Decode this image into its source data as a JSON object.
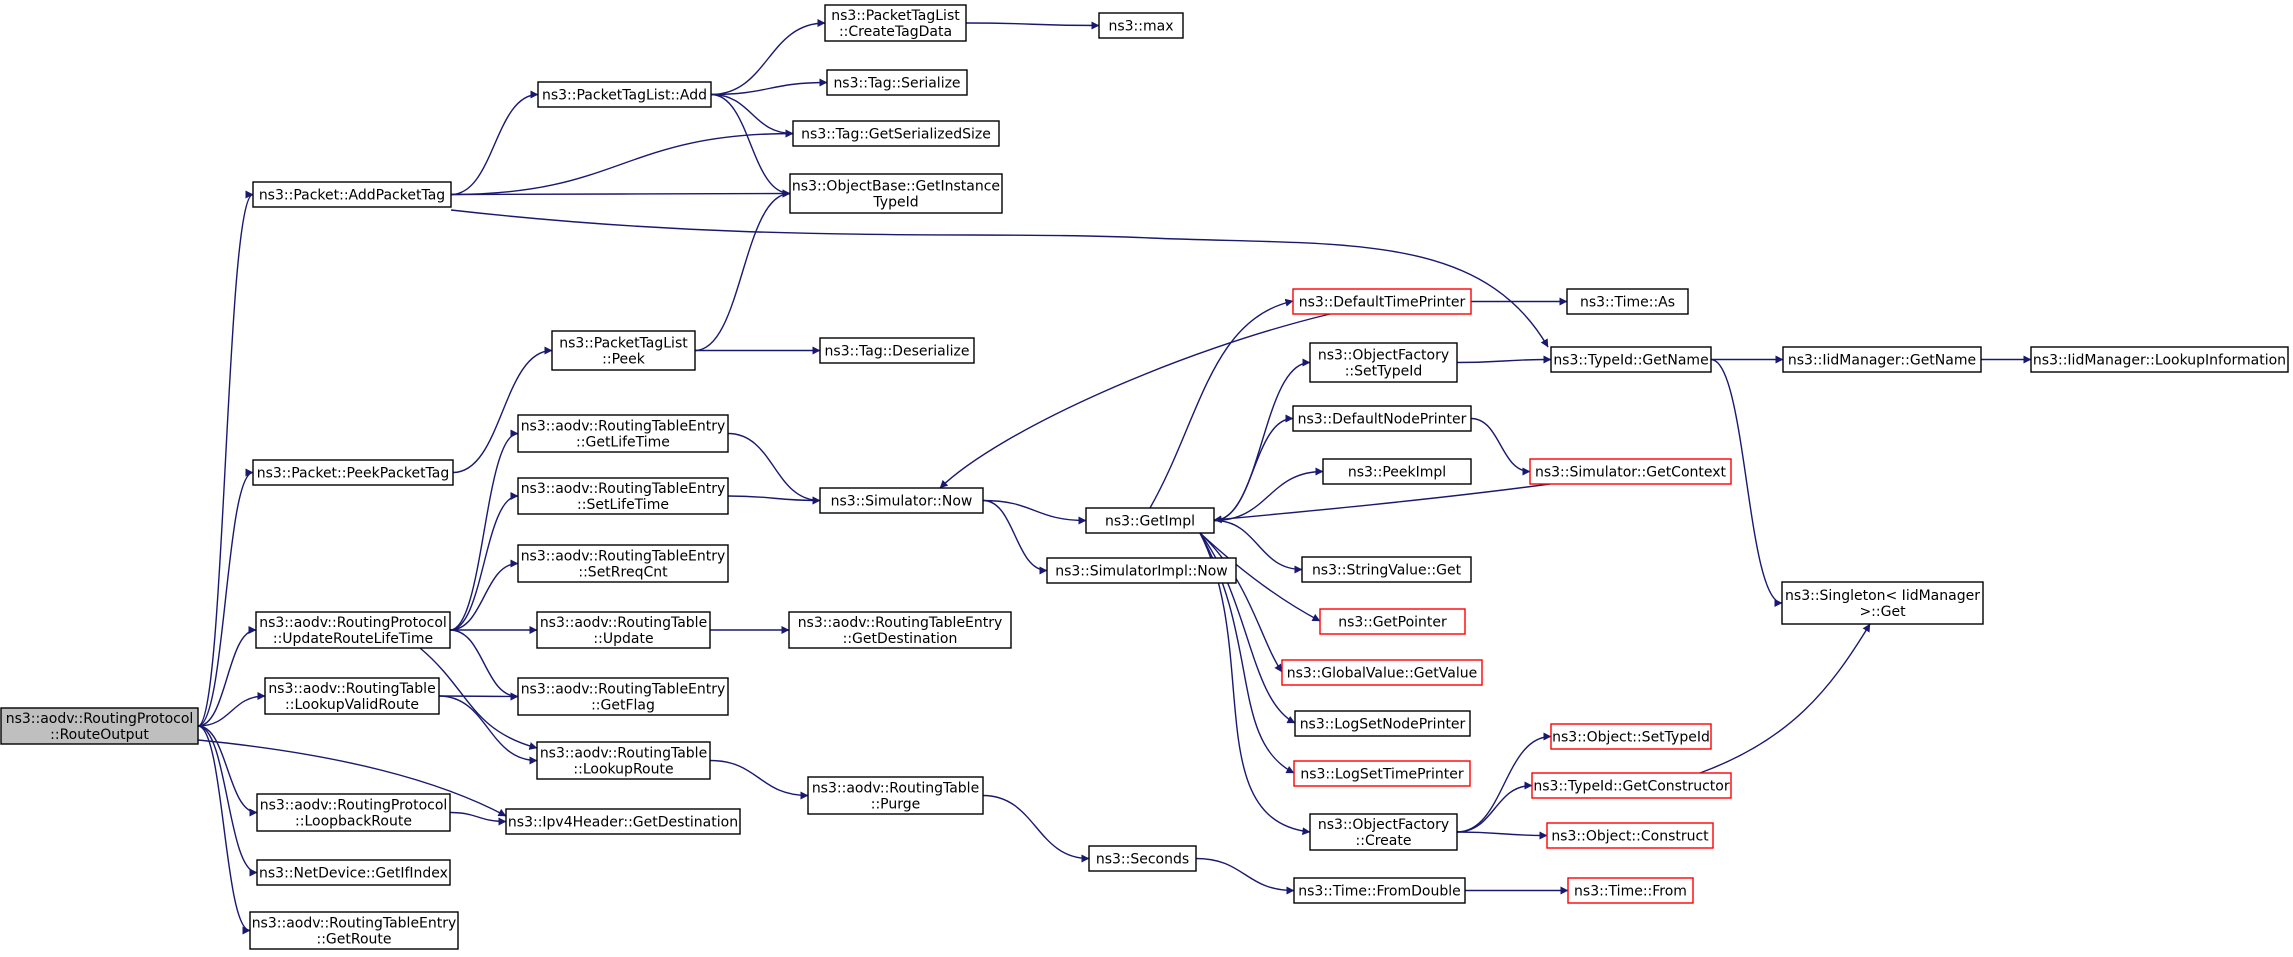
{
  "colors": {
    "background": "#ffffff",
    "edge": "#191970",
    "node_border": "#000000",
    "truncated_border": "#ff0000",
    "root_fill": "#bfbfbf",
    "node_fill": "#ffffff"
  },
  "nodes": [
    {
      "id": "n0",
      "lines": [
        "ns3::aodv::RoutingProtocol",
        "::RouteOutput"
      ],
      "style": "root"
    },
    {
      "id": "n1",
      "lines": [
        "ns3::Packet::AddPacketTag"
      ],
      "style": "normal"
    },
    {
      "id": "n2",
      "lines": [
        "ns3::PacketTagList::Add"
      ],
      "style": "normal"
    },
    {
      "id": "n3",
      "lines": [
        "ns3::PacketTagList",
        "::CreateTagData"
      ],
      "style": "normal"
    },
    {
      "id": "n4",
      "lines": [
        "ns3::max"
      ],
      "style": "normal"
    },
    {
      "id": "n5",
      "lines": [
        "ns3::Tag::Serialize"
      ],
      "style": "normal"
    },
    {
      "id": "n6",
      "lines": [
        "ns3::Tag::GetSerializedSize"
      ],
      "style": "normal"
    },
    {
      "id": "n7",
      "lines": [
        "ns3::ObjectBase::GetInstance",
        "TypeId"
      ],
      "style": "normal"
    },
    {
      "id": "n8",
      "lines": [
        "ns3::TypeId::GetName"
      ],
      "style": "normal"
    },
    {
      "id": "n9",
      "lines": [
        "ns3::IidManager::GetName"
      ],
      "style": "normal"
    },
    {
      "id": "n10",
      "lines": [
        "ns3::IidManager::LookupInformation"
      ],
      "style": "normal"
    },
    {
      "id": "n11",
      "lines": [
        "ns3::Singleton< IidManager",
        " >::Get"
      ],
      "style": "normal"
    },
    {
      "id": "n12",
      "lines": [
        "ns3::Packet::PeekPacketTag"
      ],
      "style": "normal"
    },
    {
      "id": "n13",
      "lines": [
        "ns3::PacketTagList",
        "::Peek"
      ],
      "style": "normal"
    },
    {
      "id": "n14",
      "lines": [
        "ns3::Tag::Deserialize"
      ],
      "style": "normal"
    },
    {
      "id": "n15",
      "lines": [
        "ns3::aodv::RoutingProtocol",
        "::UpdateRouteLifeTime"
      ],
      "style": "normal"
    },
    {
      "id": "n16",
      "lines": [
        "ns3::aodv::RoutingTableEntry",
        "::GetLifeTime"
      ],
      "style": "normal"
    },
    {
      "id": "n17",
      "lines": [
        "ns3::Simulator::Now"
      ],
      "style": "normal"
    },
    {
      "id": "n18",
      "lines": [
        "ns3::GetImpl"
      ],
      "style": "normal"
    },
    {
      "id": "n19",
      "lines": [
        "ns3::DefaultTimePrinter"
      ],
      "style": "truncated"
    },
    {
      "id": "n20",
      "lines": [
        "ns3::Time::As"
      ],
      "style": "normal"
    },
    {
      "id": "n21",
      "lines": [
        "ns3::ObjectFactory",
        "::SetTypeId"
      ],
      "style": "normal"
    },
    {
      "id": "n22",
      "lines": [
        "ns3::DefaultNodePrinter"
      ],
      "style": "normal"
    },
    {
      "id": "n23",
      "lines": [
        "ns3::Simulator::GetContext"
      ],
      "style": "truncated"
    },
    {
      "id": "n24",
      "lines": [
        "ns3::PeekImpl"
      ],
      "style": "normal"
    },
    {
      "id": "n25",
      "lines": [
        "ns3::StringValue::Get"
      ],
      "style": "normal"
    },
    {
      "id": "n26",
      "lines": [
        "ns3::GetPointer"
      ],
      "style": "truncated"
    },
    {
      "id": "n27",
      "lines": [
        "ns3::GlobalValue::GetValue"
      ],
      "style": "truncated"
    },
    {
      "id": "n28",
      "lines": [
        "ns3::LogSetNodePrinter"
      ],
      "style": "normal"
    },
    {
      "id": "n29",
      "lines": [
        "ns3::LogSetTimePrinter"
      ],
      "style": "truncated"
    },
    {
      "id": "n30",
      "lines": [
        "ns3::ObjectFactory",
        "::Create"
      ],
      "style": "normal"
    },
    {
      "id": "n31",
      "lines": [
        "ns3::Object::SetTypeId"
      ],
      "style": "truncated"
    },
    {
      "id": "n32",
      "lines": [
        "ns3::TypeId::GetConstructor"
      ],
      "style": "truncated"
    },
    {
      "id": "n33",
      "lines": [
        "ns3::Object::Construct"
      ],
      "style": "truncated"
    },
    {
      "id": "n34",
      "lines": [
        "ns3::SimulatorImpl::Now"
      ],
      "style": "normal"
    },
    {
      "id": "n35",
      "lines": [
        "ns3::aodv::RoutingTableEntry",
        "::SetLifeTime"
      ],
      "style": "normal"
    },
    {
      "id": "n36",
      "lines": [
        "ns3::aodv::RoutingTableEntry",
        "::SetRreqCnt"
      ],
      "style": "normal"
    },
    {
      "id": "n37",
      "lines": [
        "ns3::aodv::RoutingTable",
        "::Update"
      ],
      "style": "normal"
    },
    {
      "id": "n38",
      "lines": [
        "ns3::aodv::RoutingTableEntry",
        "::GetDestination"
      ],
      "style": "normal"
    },
    {
      "id": "n39",
      "lines": [
        "ns3::aodv::RoutingTableEntry",
        "::GetFlag"
      ],
      "style": "normal"
    },
    {
      "id": "n40",
      "lines": [
        "ns3::aodv::RoutingTable",
        "::LookupRoute"
      ],
      "style": "normal"
    },
    {
      "id": "n41",
      "lines": [
        "ns3::aodv::RoutingTable",
        "::Purge"
      ],
      "style": "normal"
    },
    {
      "id": "n42",
      "lines": [
        "ns3::Seconds"
      ],
      "style": "normal"
    },
    {
      "id": "n43",
      "lines": [
        "ns3::Time::FromDouble"
      ],
      "style": "normal"
    },
    {
      "id": "n44",
      "lines": [
        "ns3::Time::From"
      ],
      "style": "truncated"
    },
    {
      "id": "n45",
      "lines": [
        "ns3::aodv::RoutingTable",
        "::LookupValidRoute"
      ],
      "style": "normal"
    },
    {
      "id": "n46",
      "lines": [
        "ns3::aodv::RoutingProtocol",
        "::LoopbackRoute"
      ],
      "style": "normal"
    },
    {
      "id": "n47",
      "lines": [
        "ns3::Ipv4Header::GetDestination"
      ],
      "style": "normal"
    },
    {
      "id": "n48",
      "lines": [
        "ns3::NetDevice::GetIfIndex"
      ],
      "style": "normal"
    },
    {
      "id": "n49",
      "lines": [
        "ns3::aodv::RoutingTableEntry",
        "::GetRoute"
      ],
      "style": "normal"
    }
  ],
  "edges": [
    [
      "n0",
      "n1"
    ],
    [
      "n0",
      "n12"
    ],
    [
      "n0",
      "n15"
    ],
    [
      "n0",
      "n45"
    ],
    [
      "n0",
      "n46"
    ],
    [
      "n0",
      "n47"
    ],
    [
      "n0",
      "n48"
    ],
    [
      "n0",
      "n49"
    ],
    [
      "n1",
      "n2"
    ],
    [
      "n1",
      "n6"
    ],
    [
      "n1",
      "n7"
    ],
    [
      "n1",
      "n8"
    ],
    [
      "n2",
      "n3"
    ],
    [
      "n2",
      "n5"
    ],
    [
      "n2",
      "n6"
    ],
    [
      "n2",
      "n7"
    ],
    [
      "n3",
      "n4"
    ],
    [
      "n8",
      "n9"
    ],
    [
      "n8",
      "n11"
    ],
    [
      "n9",
      "n10"
    ],
    [
      "n12",
      "n13"
    ],
    [
      "n13",
      "n7"
    ],
    [
      "n13",
      "n14"
    ],
    [
      "n15",
      "n16"
    ],
    [
      "n15",
      "n35"
    ],
    [
      "n15",
      "n36"
    ],
    [
      "n15",
      "n37"
    ],
    [
      "n15",
      "n39"
    ],
    [
      "n15",
      "n40"
    ],
    [
      "n16",
      "n17"
    ],
    [
      "n35",
      "n17"
    ],
    [
      "n17",
      "n18"
    ],
    [
      "n17",
      "n34"
    ],
    [
      "n18",
      "n19"
    ],
    [
      "n18",
      "n21"
    ],
    [
      "n18",
      "n22"
    ],
    [
      "n18",
      "n24"
    ],
    [
      "n18",
      "n25"
    ],
    [
      "n18",
      "n26"
    ],
    [
      "n18",
      "n27"
    ],
    [
      "n18",
      "n28"
    ],
    [
      "n18",
      "n29"
    ],
    [
      "n18",
      "n30"
    ],
    [
      "n19",
      "n20"
    ],
    [
      "n19",
      "n17"
    ],
    [
      "n21",
      "n8"
    ],
    [
      "n22",
      "n23"
    ],
    [
      "n23",
      "n18"
    ],
    [
      "n30",
      "n31"
    ],
    [
      "n30",
      "n32"
    ],
    [
      "n30",
      "n33"
    ],
    [
      "n32",
      "n11"
    ],
    [
      "n37",
      "n38"
    ],
    [
      "n40",
      "n41"
    ],
    [
      "n41",
      "n42"
    ],
    [
      "n42",
      "n43"
    ],
    [
      "n43",
      "n44"
    ],
    [
      "n45",
      "n39"
    ],
    [
      "n45",
      "n40"
    ],
    [
      "n46",
      "n47"
    ]
  ]
}
